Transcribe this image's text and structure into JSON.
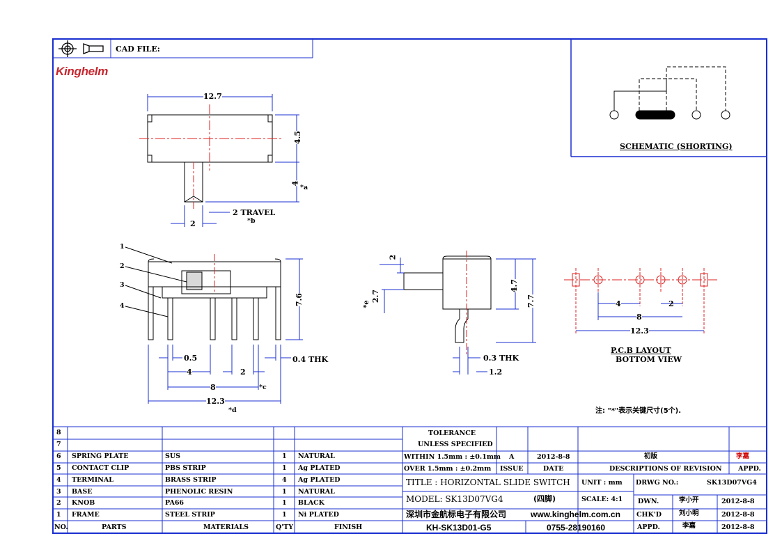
{
  "header": {
    "cad_label": "CAD FILE:",
    "logo": "Kinghelm"
  },
  "schematic": {
    "caption": "SCHEMATIC (SHORTING)"
  },
  "top_view": {
    "dim_length": "12.7",
    "dim_height": "4.5",
    "dim_a": "4",
    "a_label": "*a",
    "dim_knob": "2",
    "travel": "2 TRAVEL",
    "b_label": "*b"
  },
  "front_view": {
    "callouts": [
      "1",
      "2",
      "3",
      "4"
    ],
    "dim_height": "7.6",
    "dim_pin": "0.5",
    "dim_thk": "0.4 THK",
    "dim_pitch": "4",
    "dim_gap": "2",
    "c_label": "*c",
    "dim_span": "8",
    "dim_total": "12.3",
    "d_label": "*d"
  },
  "side_view": {
    "dim_top": "2",
    "dim_e": "*e",
    "dim_27": "2.7",
    "dim_47": "4.7",
    "dim_77": "7.7",
    "dim_thk": "0.3 THK",
    "dim_12": "1.2"
  },
  "pcb": {
    "dim_4": "4",
    "dim_2": "2",
    "dim_8": "8",
    "dim_123": "12.3",
    "caption1": "P.C.B LAYOUT",
    "caption2": "BOTTOM VIEW"
  },
  "note": "注: \"*\"表示关键尺寸(5个).",
  "bom": {
    "rows": [
      {
        "no": "8",
        "part": "",
        "material": "",
        "qty": "",
        "finish": ""
      },
      {
        "no": "7",
        "part": "",
        "material": "",
        "qty": "",
        "finish": ""
      },
      {
        "no": "6",
        "part": "SPRING PLATE",
        "material": "SUS",
        "qty": "1",
        "finish": "NATURAL"
      },
      {
        "no": "5",
        "part": "CONTACT CLIP",
        "material": "PBS STRIP",
        "qty": "1",
        "finish": "Ag PLATED"
      },
      {
        "no": "4",
        "part": "TERMINAL",
        "material": "BRASS STRIP",
        "qty": "4",
        "finish": "Ag PLATED"
      },
      {
        "no": "3",
        "part": "BASE",
        "material": "PHENOLIC RESIN",
        "qty": "1",
        "finish": "NATURAL"
      },
      {
        "no": "2",
        "part": "KNOB",
        "material": "PA66",
        "qty": "1",
        "finish": "BLACK"
      },
      {
        "no": "1",
        "part": "FRAME",
        "material": "STEEL STRIP",
        "qty": "1",
        "finish": "Ni PLATED"
      }
    ],
    "headers": {
      "no": "NO.",
      "parts": "PARTS",
      "materials": "MATERIALS",
      "qty": "Q'TY",
      "finish": "FINISH"
    }
  },
  "title_block": {
    "tolerance1": "TOLERANCE",
    "tolerance2": "UNLESS SPECIFIED",
    "within": "WITHIN 1.5mm : ±0.1mm",
    "over": "OVER 1.5mm : ±0.2mm",
    "issue_val": "A",
    "date_val": "2012-8-8",
    "issue_label": "ISSUE",
    "date_label": "DATE",
    "rev_desc_val": "初版",
    "rev_desc_label": "DESCRIPTIONS OF REVISION",
    "appd_val": "李嘉",
    "appd_label": "APPD.",
    "title": "TITLE : HORIZONTAL SLIDE SWITCH",
    "model": "MODEL: SK13D07VG4",
    "model_note": "(四脚)",
    "unit": "UNIT : mm",
    "scale": "SCALE: 4:1",
    "drwg_label": "DRWG NO.:",
    "drwg_no": "SK13D07VG4",
    "company": "深圳市金航标电子有限公司",
    "website": "www.kinghelm.com.cn",
    "code": "KH-SK13D01-G5",
    "phone": "0755-28190160",
    "dwn_label": "DWN.",
    "dwn_name": "李小开",
    "dwn_date": "2012-8-8",
    "chkd_label": "CHK'D",
    "chkd_name": "刘小明",
    "chkd_date": "2012-8-8",
    "appd2_label": "APPD.",
    "appd2_name": "李嘉",
    "appd2_date": "2012-8-8"
  }
}
